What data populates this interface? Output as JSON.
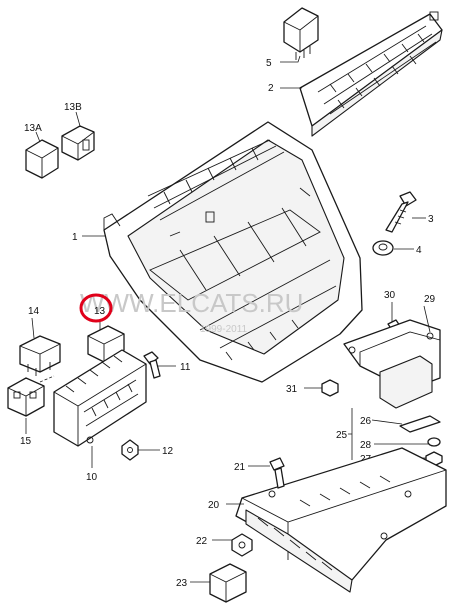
{
  "watermark": {
    "site": "WWW.ELCATS.RU",
    "year": "1999-2011"
  },
  "callouts": {
    "c1": "1",
    "c2": "2",
    "c3": "3",
    "c4": "4",
    "c5": "5",
    "c10": "10",
    "c11": "11",
    "c12": "12",
    "c13": "13",
    "c13a": "13A",
    "c13b": "13B",
    "c14": "14",
    "c15": "15",
    "c20": "20",
    "c21": "21",
    "c22": "22",
    "c23": "23",
    "c25": "25",
    "c26": "26",
    "c27": "27",
    "c28": "28",
    "c29": "29",
    "c30": "30",
    "c31": "31"
  },
  "colors": {
    "ink": "#1a1a1a",
    "highlight": "#e0001a",
    "watermark": "#c8c8c8"
  },
  "highlighted_part": "13"
}
